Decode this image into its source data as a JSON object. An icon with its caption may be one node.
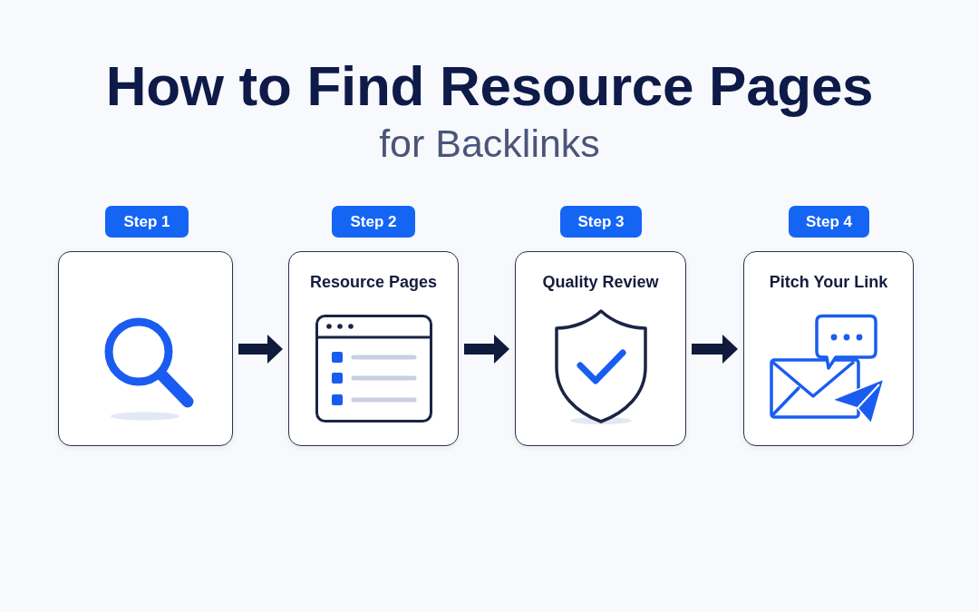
{
  "diagram": {
    "title": "How to Find Resource Pages",
    "nodes": [
      {
        "text": [
          "Step 1"
        ]
      },
      {
        "text": [],
        "shape": "box"
      },
      {
        "text": [
          "Step 2"
        ]
      },
      {
        "text": [
          "Resource Pages"
        ]
      },
      {
        "text": [
          "Step 3"
        ]
      },
      {
        "text": [
          "Quality Review"
        ]
      },
      {
        "text": [
          "Step 4"
        ]
      },
      {
        "text": [
          "Pitch Your Link"
        ]
      }
    ],
    "edges": [
      {
        "from": 1,
        "to": 3,
        "arrow": "to"
      },
      {
        "from": 3,
        "to": 5,
        "arrow": "to"
      },
      {
        "from": 5,
        "to": 7,
        "arrow": "to"
      }
    ],
    "labels": [
      "for Backlinks"
    ]
  }
}
